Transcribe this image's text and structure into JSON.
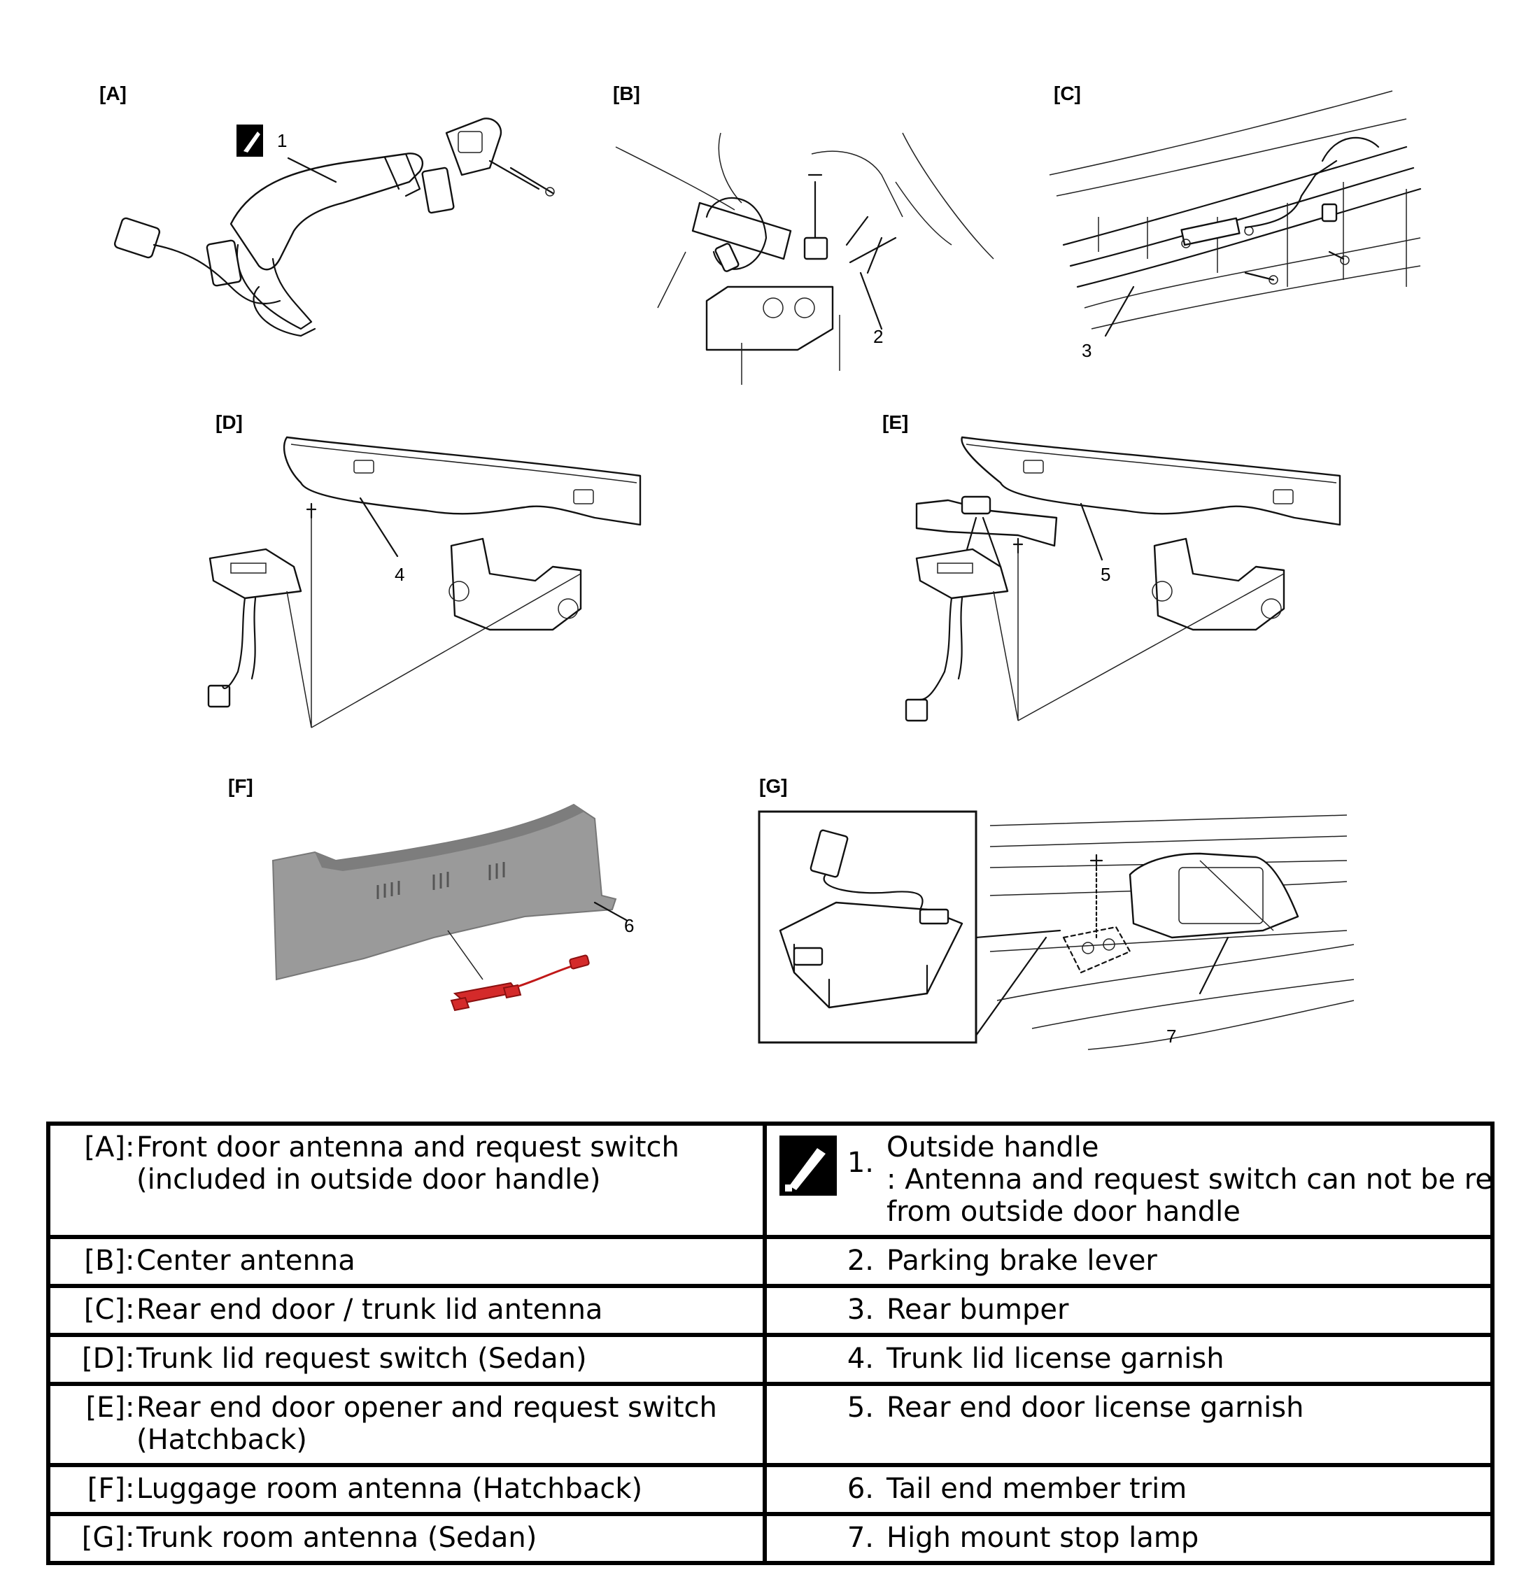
{
  "panels": {
    "A": {
      "label": "[A]",
      "callouts": [
        "1"
      ]
    },
    "B": {
      "label": "[B]",
      "callouts": [
        "2"
      ]
    },
    "C": {
      "label": "[C]",
      "callouts": [
        "3"
      ]
    },
    "D": {
      "label": "[D]",
      "callouts": [
        "4"
      ]
    },
    "E": {
      "label": "[E]",
      "callouts": [
        "5"
      ]
    },
    "F": {
      "label": "[F]",
      "callouts": [
        "6"
      ]
    },
    "G": {
      "label": "[G]",
      "callouts": [
        "7"
      ]
    }
  },
  "icons": {
    "tool": "do-not-disassemble-icon"
  },
  "colors": {
    "highlight": "#d42a2a",
    "trim": "#9a9a9a"
  },
  "legend": {
    "rows": [
      {
        "code": "[A]",
        "sep": ":",
        "text_lines": [
          "Front door antenna and request switch",
          "(included in outside door handle)"
        ],
        "num": "1.",
        "desc_lines": [
          "Outside handle",
          ": Antenna and request switch can not be removed",
          "from outside door handle"
        ]
      },
      {
        "code": "[B]",
        "sep": ":",
        "text_lines": [
          "Center antenna"
        ],
        "num": "2.",
        "desc_lines": [
          "Parking brake lever"
        ]
      },
      {
        "code": "[C]",
        "sep": ":",
        "text_lines": [
          "Rear end door / trunk lid antenna"
        ],
        "num": "3.",
        "desc_lines": [
          "Rear bumper"
        ]
      },
      {
        "code": "[D]",
        "sep": ":",
        "text_lines": [
          "Trunk lid request switch (Sedan)"
        ],
        "num": "4.",
        "desc_lines": [
          "Trunk lid license garnish"
        ]
      },
      {
        "code": "[E]",
        "sep": ":",
        "text_lines": [
          "Rear end door opener and request switch",
          "(Hatchback)"
        ],
        "num": "5.",
        "desc_lines": [
          "Rear end door license garnish"
        ]
      },
      {
        "code": "[F]",
        "sep": ":",
        "text_lines": [
          "Luggage room antenna (Hatchback)"
        ],
        "num": "6.",
        "desc_lines": [
          "Tail end member trim"
        ]
      },
      {
        "code": "[G]",
        "sep": ":",
        "text_lines": [
          "Trunk room antenna (Sedan)"
        ],
        "num": "7.",
        "desc_lines": [
          "High mount stop lamp"
        ]
      }
    ]
  }
}
